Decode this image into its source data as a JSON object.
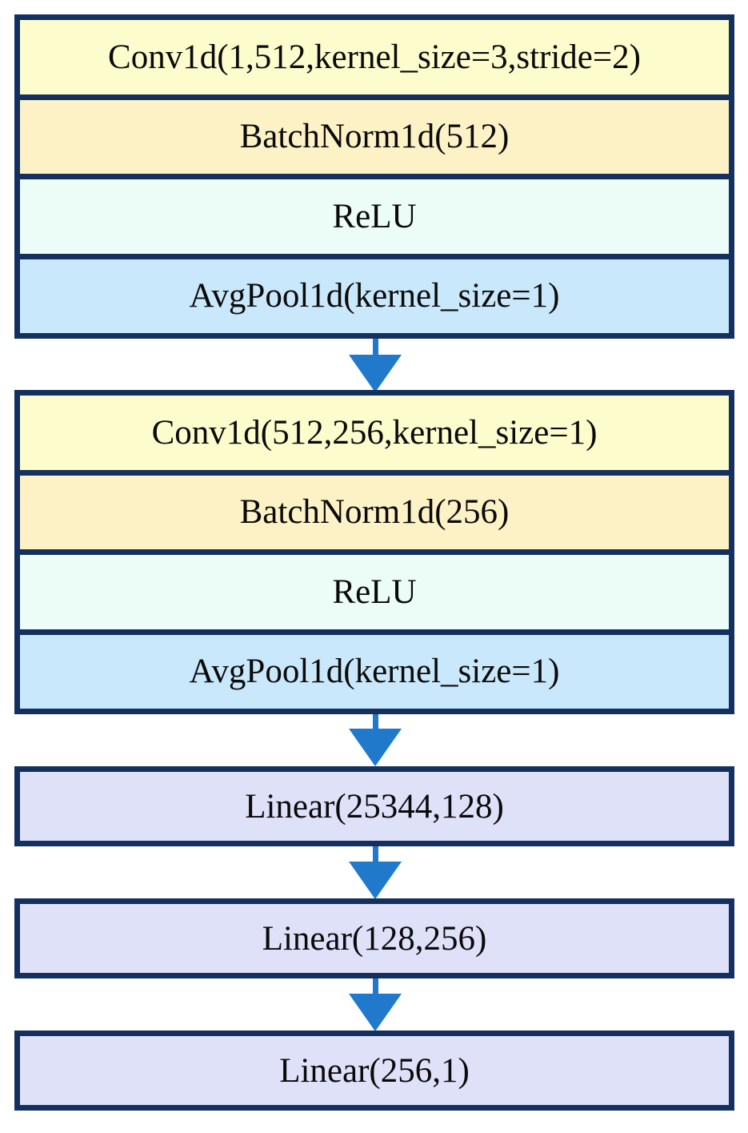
{
  "diagram": {
    "type": "neural-network-architecture-flowchart",
    "title": "",
    "orientation": "top-to-bottom",
    "colors": {
      "border": "#13305e",
      "arrow": "#2079ca",
      "conv_fill": "#fcfccd",
      "batchnorm_fill": "#fdf2c6",
      "relu_fill": "#ecfcf7",
      "avgpool_fill": "#c9e8fb",
      "linear_fill": "#dee1f8",
      "text": "#0a0a0a",
      "background": "#ffffff"
    },
    "blocks": [
      {
        "id": "conv-block-1",
        "layers": [
          {
            "id": "conv1d-1",
            "label": "Conv1d(1,512,kernel_size=3,stride=2)",
            "kind": "conv"
          },
          {
            "id": "batchnorm-1",
            "label": "BatchNorm1d(512)",
            "kind": "bn"
          },
          {
            "id": "relu-1",
            "label": "ReLU",
            "kind": "relu"
          },
          {
            "id": "avgpool-1",
            "label": "AvgPool1d(kernel_size=1)",
            "kind": "pool"
          }
        ]
      },
      {
        "id": "conv-block-2",
        "layers": [
          {
            "id": "conv1d-2",
            "label": "Conv1d(512,256,kernel_size=1)",
            "kind": "conv"
          },
          {
            "id": "batchnorm-2",
            "label": "BatchNorm1d(256)",
            "kind": "bn"
          },
          {
            "id": "relu-2",
            "label": "ReLU",
            "kind": "relu"
          },
          {
            "id": "avgpool-2",
            "label": "AvgPool1d(kernel_size=1)",
            "kind": "pool"
          }
        ]
      },
      {
        "id": "linear-block-1",
        "layers": [
          {
            "id": "linear-1",
            "label": "Linear(25344,128)",
            "kind": "linear"
          }
        ]
      },
      {
        "id": "linear-block-2",
        "layers": [
          {
            "id": "linear-2",
            "label": "Linear(128,256)",
            "kind": "linear"
          }
        ]
      },
      {
        "id": "linear-block-3",
        "layers": [
          {
            "id": "linear-3",
            "label": "Linear(256,1)",
            "kind": "linear"
          }
        ]
      }
    ],
    "connections": [
      {
        "id": "arrow-1",
        "from": "conv-block-1",
        "to": "conv-block-2",
        "style": "solid-arrow-down"
      },
      {
        "id": "arrow-2",
        "from": "conv-block-2",
        "to": "linear-block-1",
        "style": "solid-arrow-down"
      },
      {
        "id": "arrow-3",
        "from": "linear-block-1",
        "to": "linear-block-2",
        "style": "solid-arrow-down"
      },
      {
        "id": "arrow-4",
        "from": "linear-block-2",
        "to": "linear-block-3",
        "style": "solid-arrow-down"
      }
    ]
  }
}
